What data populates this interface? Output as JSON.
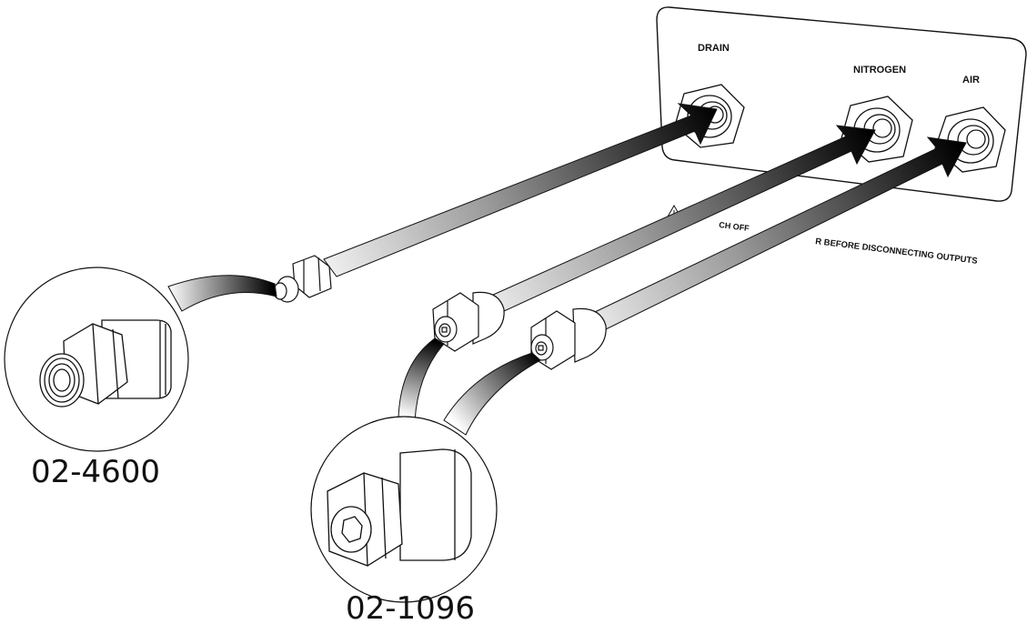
{
  "panel": {
    "labels": {
      "drain": "DRAIN",
      "nitrogen": "NITROGEN",
      "air": "AIR"
    },
    "warning_visible_left": "CH OFF",
    "warning_visible_right": "R BEFORE DISCONNECTING OUTPUTS"
  },
  "callouts": {
    "fitting_a_part": "02-4600",
    "fitting_b_part": "02-1096"
  },
  "colors": {
    "ink": "#111111",
    "background": "#ffffff",
    "arrow_dark": "#000000",
    "arrow_light": "#ffffff"
  },
  "icons": {
    "warning": "warning-triangle-icon"
  }
}
